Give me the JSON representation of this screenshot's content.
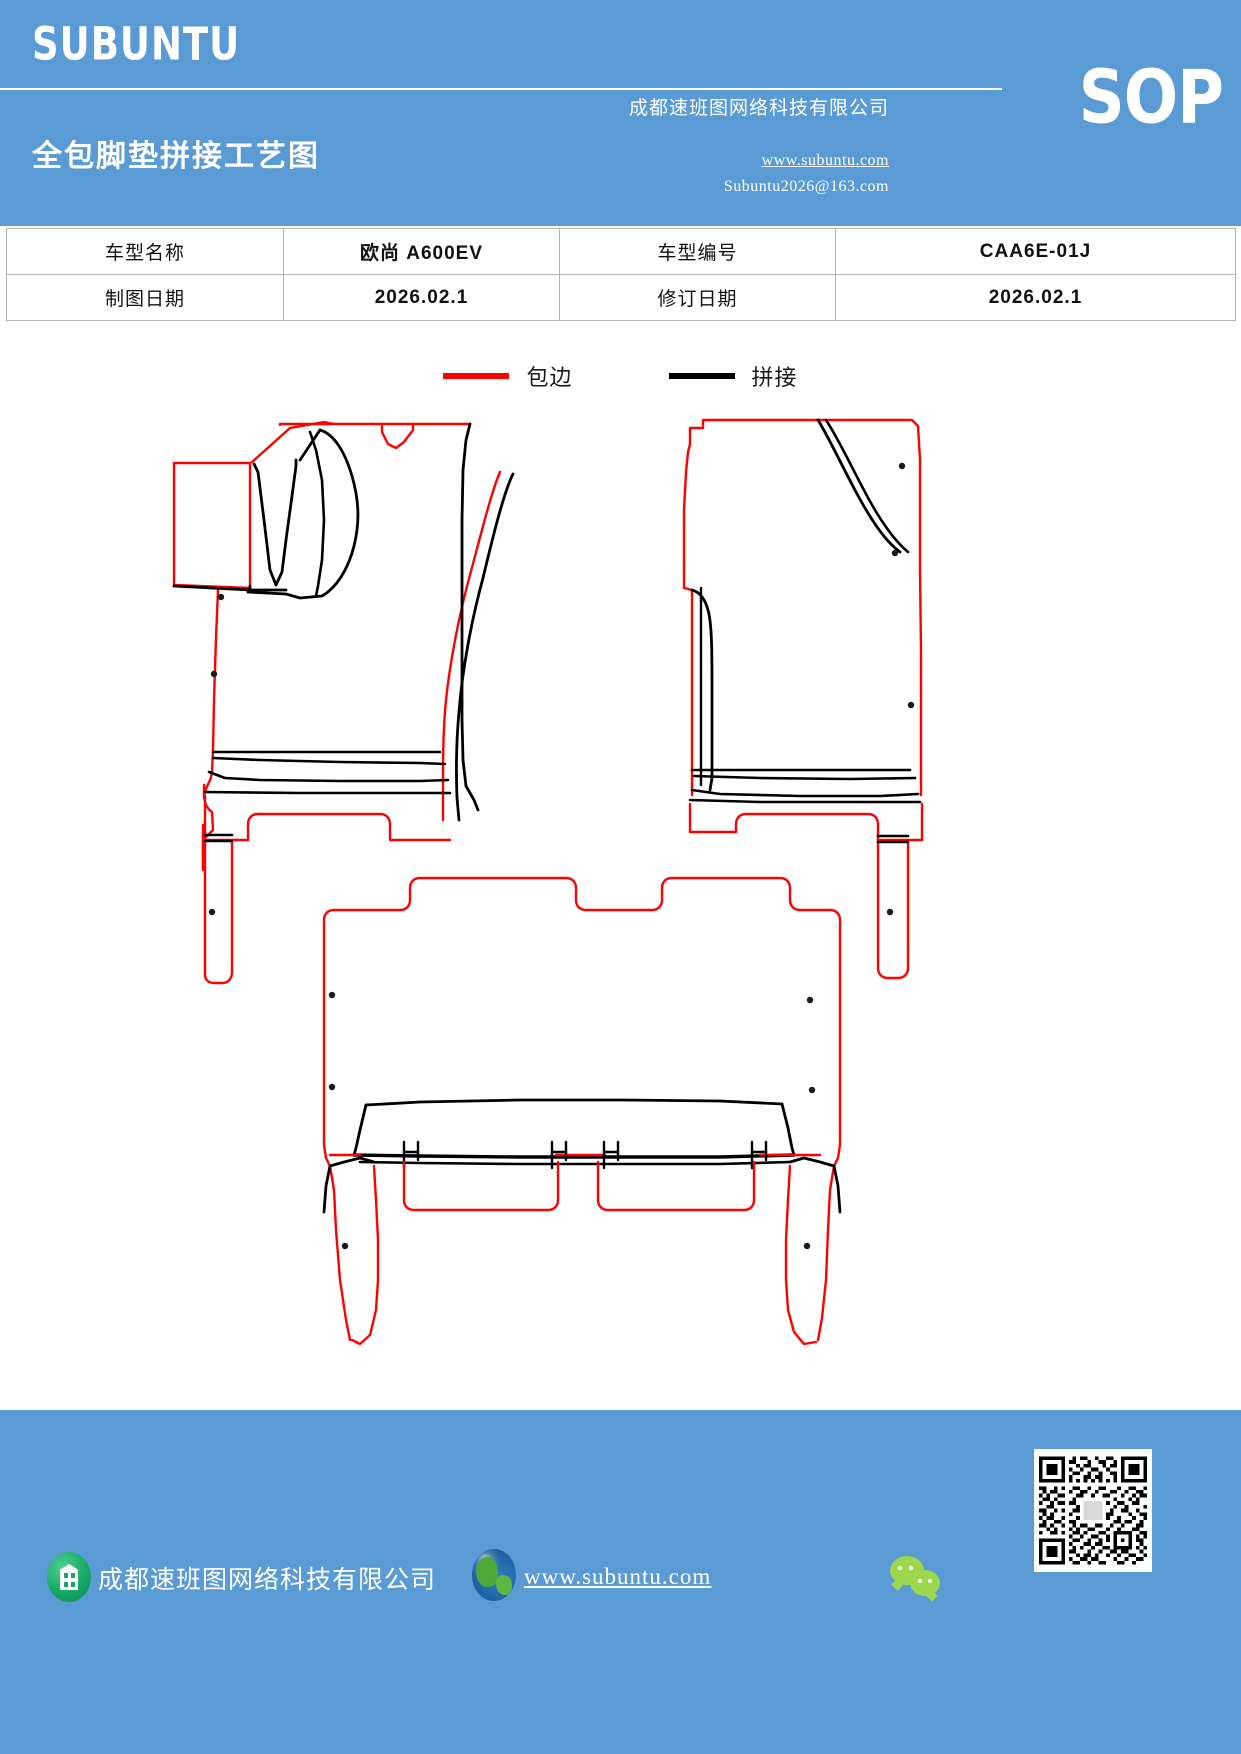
{
  "header": {
    "brand": "SUBUNTU",
    "company": "成都速班图网络科技有限公司",
    "website": "www.subuntu.com",
    "email": "Subuntu2026@163.com",
    "doc_title": "全包脚垫拼接工艺图",
    "badge": "SOP"
  },
  "info_table": {
    "rows": [
      {
        "label_1": "车型名称",
        "value_1": "欧尚 A600EV",
        "label_2": "车型编号",
        "value_2": "CAA6E-01J"
      },
      {
        "label_1": "制图日期",
        "value_1": "2026.02.1",
        "label_2": "修订日期",
        "value_2": "2026.02.1"
      }
    ]
  },
  "legend": {
    "items": [
      {
        "label": "包边",
        "color": "#FF0000",
        "icon": "red-line-swatch"
      },
      {
        "label": "拼接",
        "color": "#000000",
        "icon": "black-line-swatch"
      }
    ]
  },
  "drawing": {
    "description": "全包脚垫拼接工艺图 - 欧尚 A600EV",
    "pieces": [
      {
        "name": "driver-front-mat",
        "position": "left"
      },
      {
        "name": "passenger-front-mat",
        "position": "right"
      },
      {
        "name": "rear-row-mat",
        "position": "bottom-center"
      }
    ],
    "colors": {
      "binding": "#FF0000",
      "seam": "#000000",
      "marker": "#1a1a1a"
    }
  },
  "footer": {
    "company": "成都速班图网络科技有限公司",
    "website": "www.subuntu.com",
    "company_icon": "building-icon",
    "globe_icon": "globe-icon",
    "wechat_icon": "wechat-icon",
    "qr_icon": "qr-code-icon"
  },
  "colors": {
    "brand_blue": "#5B9BD5",
    "binding_red": "#FF0000",
    "seam_black": "#000000"
  }
}
